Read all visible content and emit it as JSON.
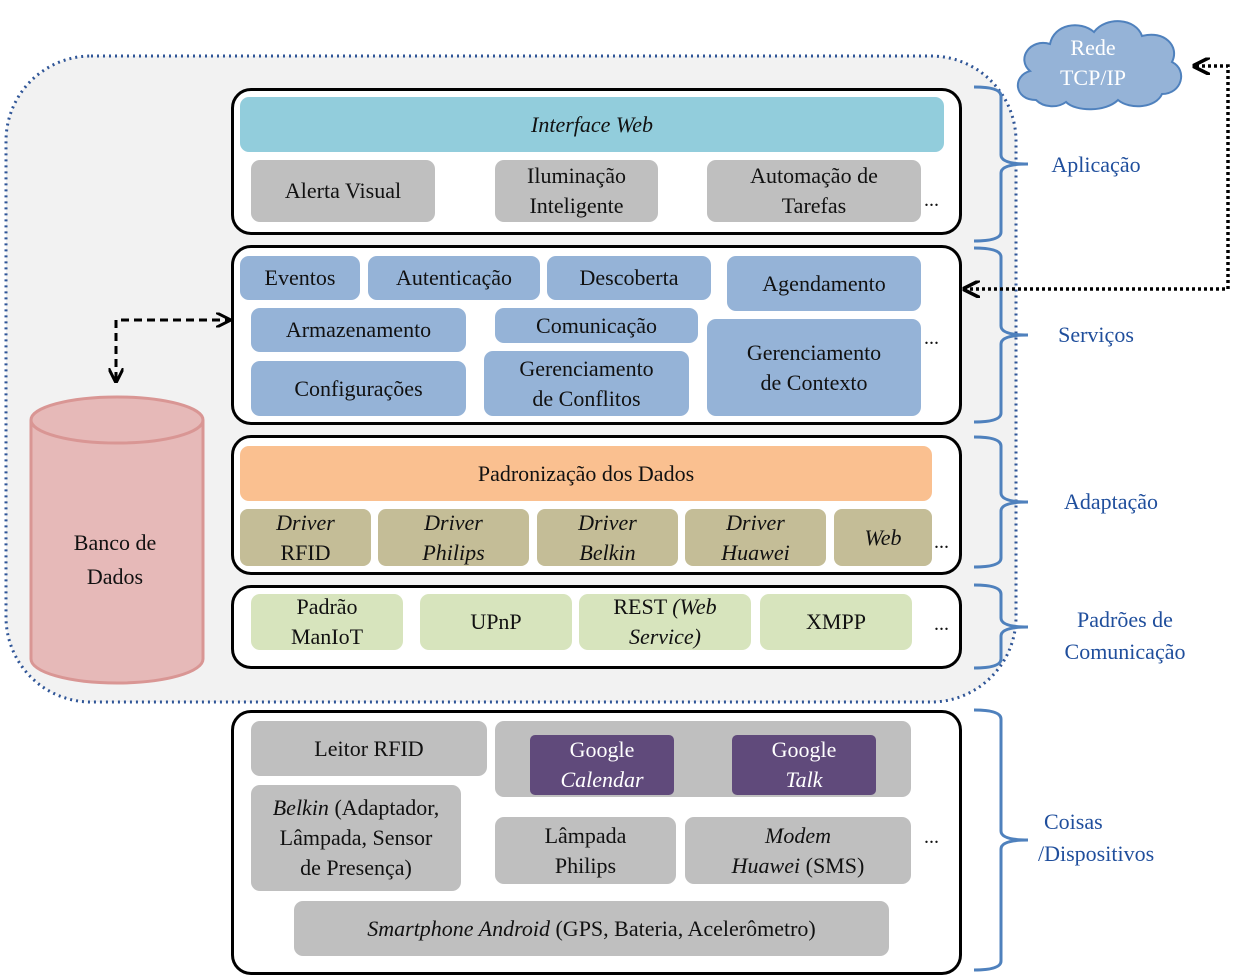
{
  "network": {
    "line1": "Rede",
    "line2": "TCP/IP"
  },
  "database": {
    "line1": "Banco de",
    "line2": "Dados"
  },
  "ellipsis": "...",
  "app": {
    "interface": "Interface Web",
    "alert": "Alerta Visual",
    "lighting": [
      "Iluminação",
      "Inteligente"
    ],
    "automation": [
      "Automação de",
      "Tarefas"
    ]
  },
  "services": {
    "events": "Eventos",
    "auth": "Autenticação",
    "discovery": "Descoberta",
    "scheduling": "Agendamento",
    "storage": "Armazenamento",
    "communication": "Comunicação",
    "context": [
      "Gerenciamento",
      "de Contexto"
    ],
    "settings": "Configurações",
    "conflicts": [
      "Gerenciamento",
      "de Conflitos"
    ]
  },
  "adaptation": {
    "standardization": "Padronização dos Dados",
    "driver_word": "Driver",
    "drivers": [
      "RFID",
      "Philips",
      "Belkin",
      "Huawei"
    ],
    "web": "Web"
  },
  "protocols": {
    "maniot": [
      "Padrão",
      "ManIoT"
    ],
    "upnp": "UPnP",
    "rest": "REST",
    "rest_web": "(Web",
    "rest_service": "Service)",
    "xmpp": "XMPP"
  },
  "devices": {
    "rfid_reader": "Leitor RFID",
    "google": "Google",
    "calendar": "Calendar",
    "talk": "Talk",
    "belkin_name": "Belkin",
    "belkin_rest": "(Adaptador,",
    "belkin_line2": "Lâmpada, Sensor",
    "belkin_line3": "de Presença)",
    "philips_lamp": [
      "Lâmpada",
      "Philips"
    ],
    "modem": "Modem",
    "huawei": "Huawei",
    "sms": "(SMS)",
    "smartphone": "Smartphone Android",
    "smartphone_rest": "(GPS, Bateria, Acelerômetro)"
  },
  "layers": {
    "application": "Aplicação",
    "services": "Serviços",
    "adaptation": "Adaptação",
    "comm1": "Padrões de",
    "comm2": "Comunicação",
    "things1": "Coisas",
    "things2": "/Dispositivos"
  },
  "colors": {
    "label": "#1f4e9c",
    "bracket": "#4f81bd",
    "cloud": "#95b3d7",
    "database": "#e6b9b8",
    "database_stroke": "#d99694"
  }
}
